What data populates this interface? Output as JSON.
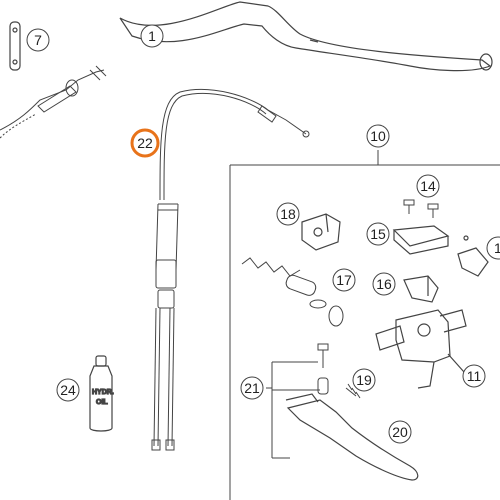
{
  "callouts": {
    "c1": "1",
    "c7": "7",
    "c10": "10",
    "c11": "11",
    "c14": "14",
    "c15": "15",
    "c16": "16",
    "c17": "17",
    "c18": "18",
    "c19": "19",
    "c20": "20",
    "c21": "21",
    "c22": "22",
    "c24": "24",
    "c1b": "1"
  },
  "bottle_label": {
    "line1": "HYDR.",
    "line2": "OIL"
  },
  "highlight_color": "#e8731a"
}
